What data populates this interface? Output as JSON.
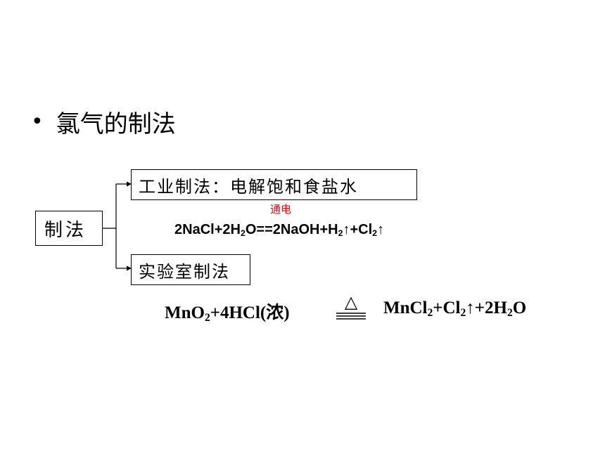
{
  "slide": {
    "bullet": {
      "icon": "bullet-dot",
      "text": "氯气的制法"
    },
    "tree": {
      "root_label": "制法",
      "branch_industrial": "工业制法：电解饱和食盐水",
      "branch_lab": "实验室制法"
    },
    "industrial_equation": {
      "condition": "通电",
      "reactant_1": "2NaCl+2H",
      "sub_1": "2",
      "reactant_2": "O==2NaOH+H",
      "sub_2": "2",
      "mid": "↑+Cl",
      "sub_3": "2",
      "end": "↑"
    },
    "lab_equation": {
      "left_1": "MnO",
      "left_sub_1": "2",
      "left_2": "+4HCl(浓)",
      "heat_symbol": "△",
      "right_1": "MnCl",
      "right_sub_1": "2",
      "right_2": "+Cl",
      "right_sub_2": "2",
      "right_3": "↑+2H",
      "right_sub_3": "2",
      "right_4": "O"
    },
    "colors": {
      "condition_text": "#ff0000",
      "text": "#000000"
    }
  }
}
